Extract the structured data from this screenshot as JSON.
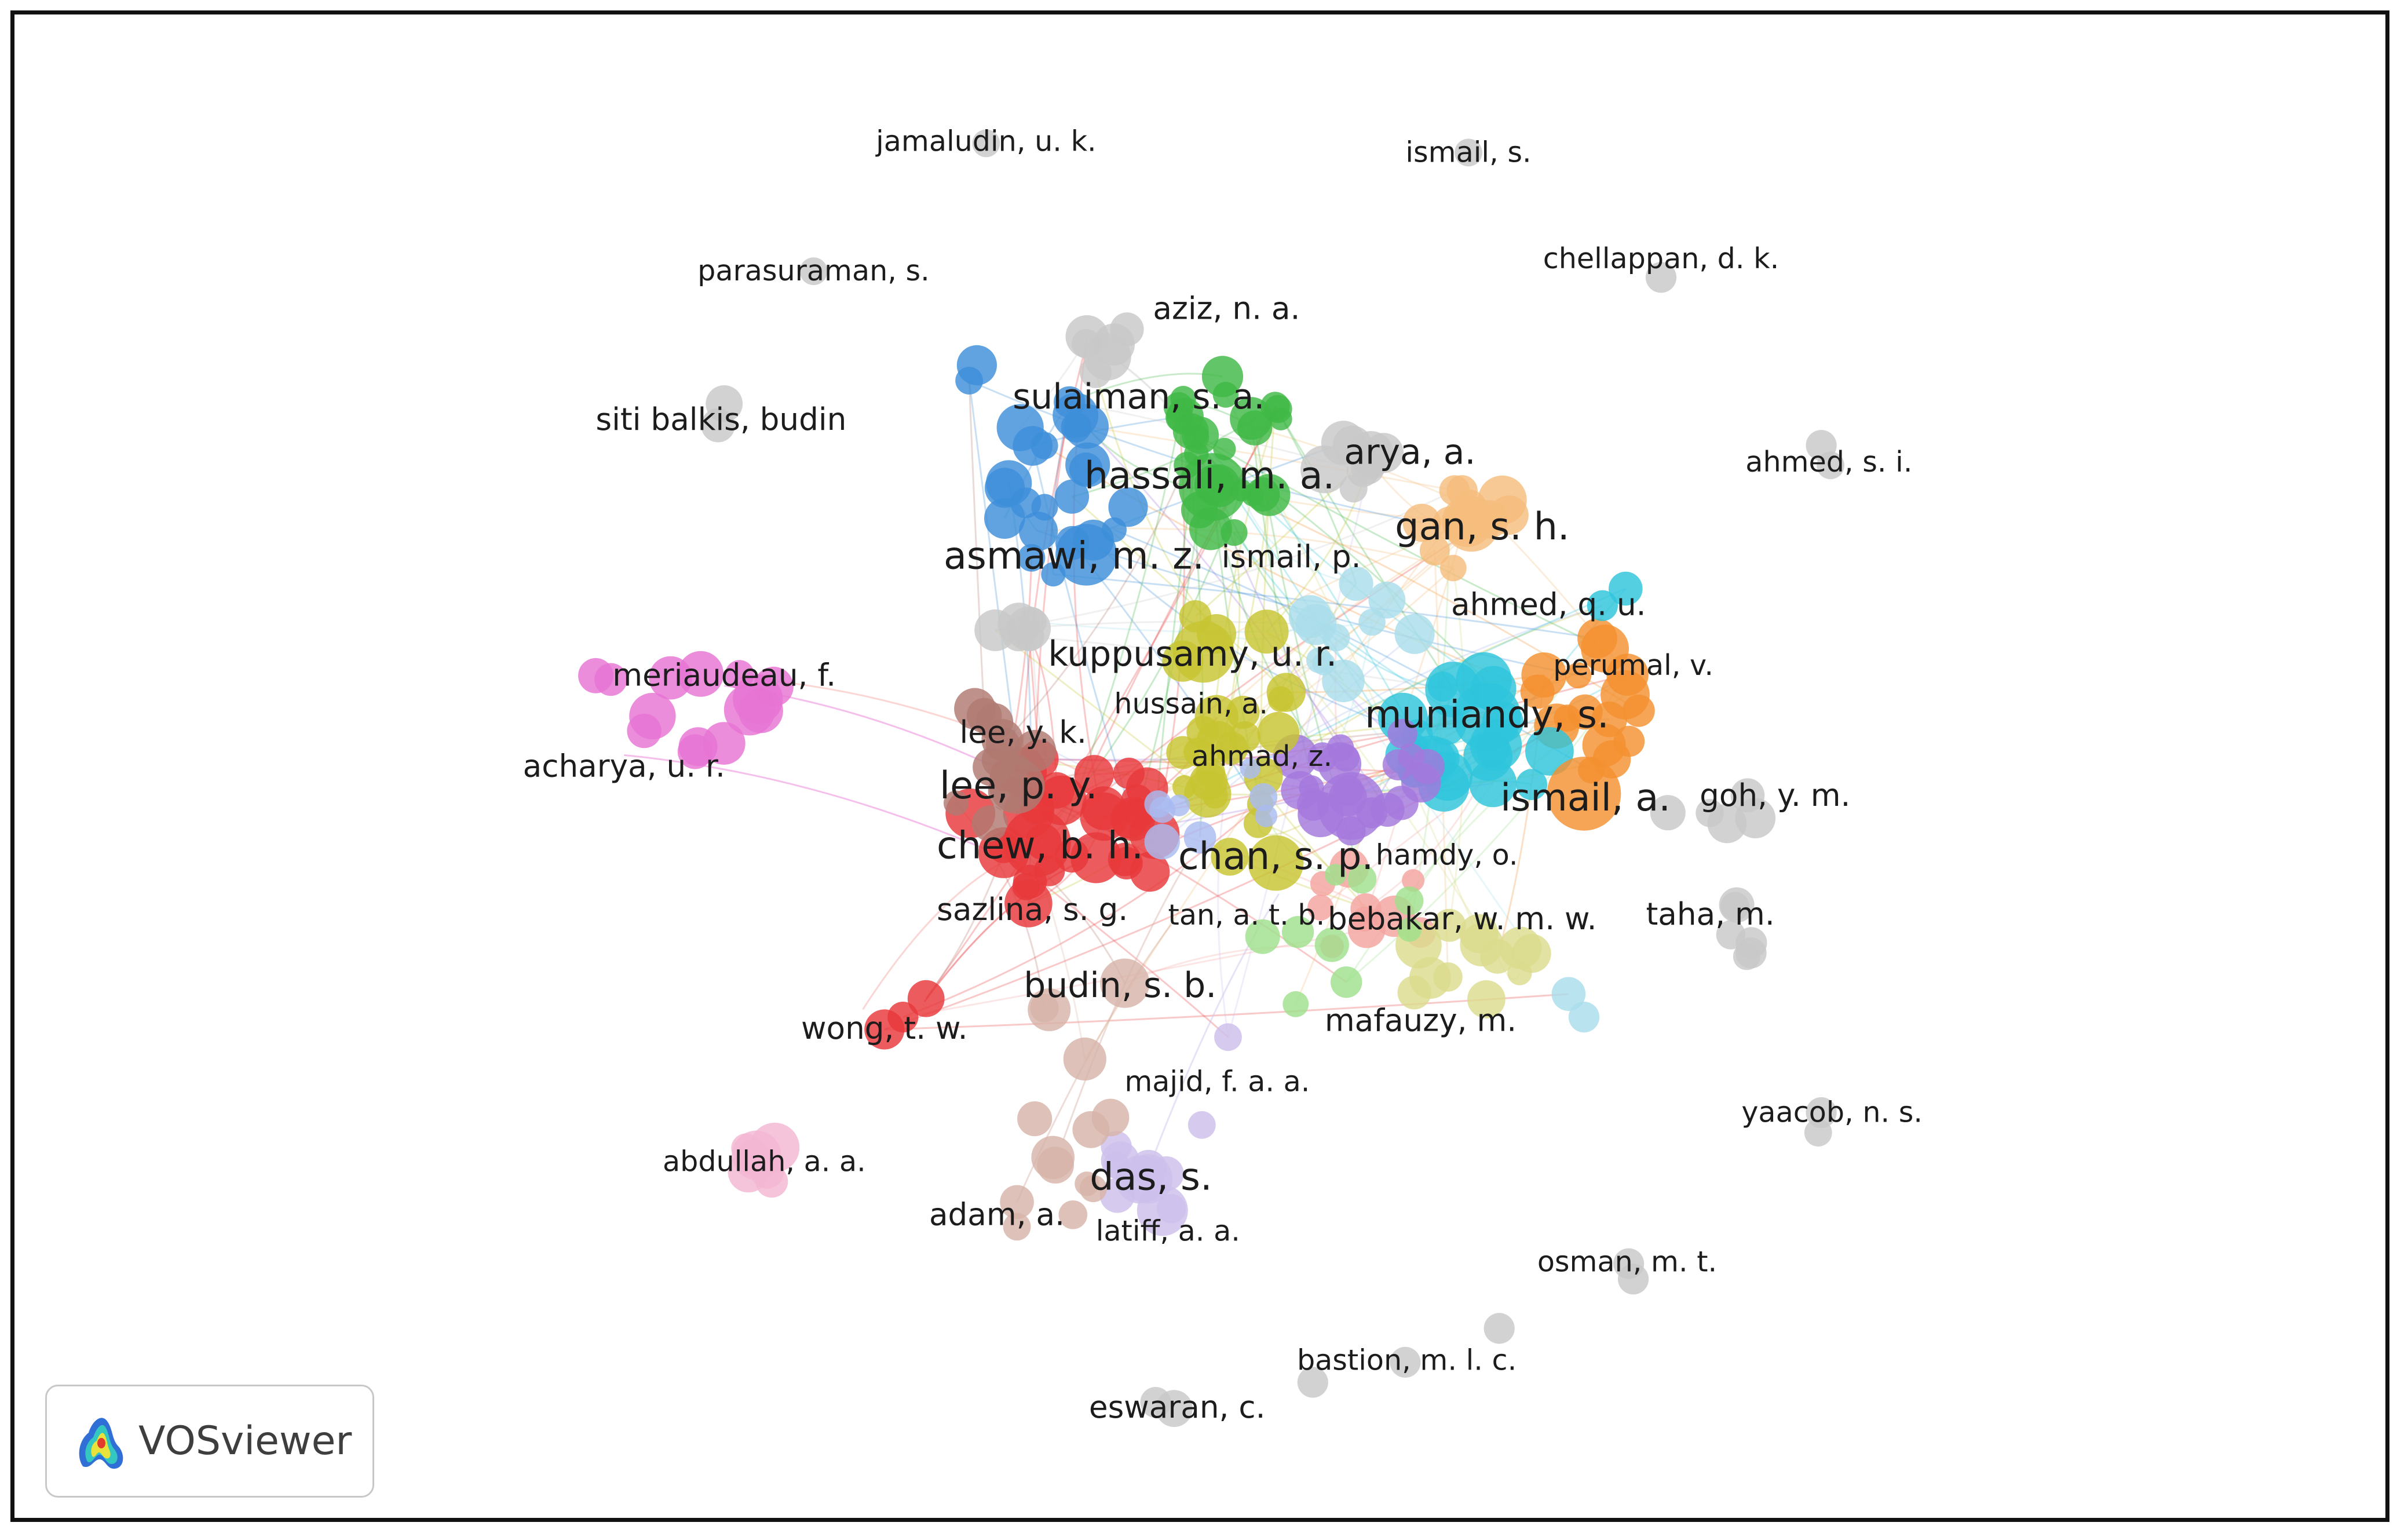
{
  "app": {
    "logo_text": "VOSviewer"
  },
  "colors": {
    "red": "#e8383b",
    "green": "#3fb845",
    "blue": "#3d8fd9",
    "yellow": "#c7c431",
    "purple": "#a377dd",
    "cyan": "#2ec4dc",
    "orange": "#f4902f",
    "brown": "#b07a72",
    "pink": "#e774d3",
    "lightpink": "#f3b7d3",
    "peach": "#f5bd7c",
    "gray": "#c8c8c8",
    "lightblue": "#a9ddea",
    "lavender": "#cdbfec",
    "lightgreen": "#9fe08c",
    "salmon": "#f4a3a0",
    "tan": "#d7b3a8",
    "khaki": "#dcdc8d",
    "periwinkle": "#a9bbf0"
  },
  "labels": [
    {
      "text": "jamaludin, u. k.",
      "cluster": "gray",
      "weight": 1
    },
    {
      "text": "ismail, s.",
      "cluster": "gray",
      "weight": 1
    },
    {
      "text": "parasuraman, s.",
      "cluster": "gray",
      "weight": 1
    },
    {
      "text": "chellappan, d. k.",
      "cluster": "gray",
      "weight": 1
    },
    {
      "text": "aziz, n. a.",
      "cluster": "green",
      "weight": 2
    },
    {
      "text": "siti balkis, budin",
      "cluster": "gray",
      "weight": 2
    },
    {
      "text": "sulaiman, s. a.",
      "cluster": "green",
      "weight": 3
    },
    {
      "text": "arya, a.",
      "cluster": "gray",
      "weight": 3
    },
    {
      "text": "ahmed, s. i.",
      "cluster": "gray",
      "weight": 1
    },
    {
      "text": "hassali, m. a.",
      "cluster": "green",
      "weight": 4
    },
    {
      "text": "gan, s. h.",
      "cluster": "peach",
      "weight": 4
    },
    {
      "text": "asmawi, m. z.",
      "cluster": "blue",
      "weight": 4
    },
    {
      "text": "ismail, p.",
      "cluster": "gray",
      "weight": 2
    },
    {
      "text": "ahmed, q. u.",
      "cluster": "orange",
      "weight": 2
    },
    {
      "text": "perumal, v.",
      "cluster": "orange",
      "weight": 1
    },
    {
      "text": "meriaudeau, f.",
      "cluster": "pink",
      "weight": 2
    },
    {
      "text": "kuppusamy, u. r.",
      "cluster": "yellow",
      "weight": 3
    },
    {
      "text": "hussain, a.",
      "cluster": "lightblue",
      "weight": 1
    },
    {
      "text": "muniandy, s.",
      "cluster": "cyan",
      "weight": 4
    },
    {
      "text": "lee, y. k.",
      "cluster": "brown",
      "weight": 2
    },
    {
      "text": "acharya, u. r.",
      "cluster": "pink",
      "weight": 2
    },
    {
      "text": "ahmad, z.",
      "cluster": "purple",
      "weight": 1
    },
    {
      "text": "lee, p. y.",
      "cluster": "red",
      "weight": 4
    },
    {
      "text": "ismail, a.",
      "cluster": "orange",
      "weight": 4
    },
    {
      "text": "goh, y. m.",
      "cluster": "gray",
      "weight": 2
    },
    {
      "text": "chew, b. h.",
      "cluster": "red",
      "weight": 4
    },
    {
      "text": "hamdy, o.",
      "cluster": "green",
      "weight": 1
    },
    {
      "text": "chan, s. p.",
      "cluster": "yellow",
      "weight": 4
    },
    {
      "text": "sazlina, s. g.",
      "cluster": "red",
      "weight": 2
    },
    {
      "text": "tan, a. t. b.",
      "cluster": "yellow",
      "weight": 1
    },
    {
      "text": "bebakar, w. m. w.",
      "cluster": "salmon",
      "weight": 2
    },
    {
      "text": "taha, m.",
      "cluster": "gray",
      "weight": 2
    },
    {
      "text": "budin, s. b.",
      "cluster": "tan",
      "weight": 3
    },
    {
      "text": "wong, t. w.",
      "cluster": "red",
      "weight": 2
    },
    {
      "text": "mafauzy, m.",
      "cluster": "khaki",
      "weight": 2
    },
    {
      "text": "majid, f. a. a.",
      "cluster": "lavender",
      "weight": 1
    },
    {
      "text": "yaacob, n. s.",
      "cluster": "gray",
      "weight": 1
    },
    {
      "text": "abdullah, a. a.",
      "cluster": "lightpink",
      "weight": 1
    },
    {
      "text": "das, s.",
      "cluster": "lavender",
      "weight": 4
    },
    {
      "text": "adam, a.",
      "cluster": "tan",
      "weight": 2
    },
    {
      "text": "latiff, a. a.",
      "cluster": "lavender",
      "weight": 1
    },
    {
      "text": "osman, m. t.",
      "cluster": "gray",
      "weight": 1
    },
    {
      "text": "bastion, m. l. c.",
      "cluster": "gray",
      "weight": 1
    },
    {
      "text": "eswaran, c.",
      "cluster": "gray",
      "weight": 2
    }
  ]
}
